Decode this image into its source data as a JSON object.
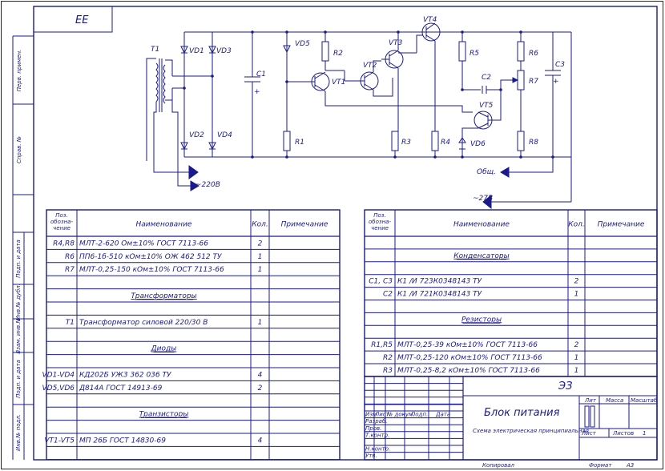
{
  "sheet": {
    "stamp_mirrored": "ЕЕ",
    "side_labels": [
      "Перв. примен.",
      "Справ. №",
      "Подп. и дата",
      "Инв.№ дубл.",
      "Взам. инв.№",
      "Подп. и дата",
      "Инв.№ подл."
    ]
  },
  "schematic": {
    "labels": {
      "t1": "T1",
      "vd1": "VD1",
      "vd2": "VD2",
      "vd3": "VD3",
      "vd4": "VD4",
      "c1": "C1",
      "c1_plus": "+",
      "vd5": "VD5",
      "r1": "R1",
      "r2": "R2",
      "vt1": "VT1",
      "vt2": "VT2",
      "vt3": "VT3",
      "vt4": "VT4",
      "r3": "R3",
      "r4": "R4",
      "r5": "R5",
      "r6": "R6",
      "r7": "R7",
      "r8": "R8",
      "c2": "C2",
      "c3": "C3",
      "c3_plus": "+",
      "vt5": "VT5",
      "vd6": "VD6",
      "ac_in": "~220B",
      "common": "Общ.",
      "out": "~27B"
    }
  },
  "left_table": {
    "headers": {
      "pos": [
        "Поз.",
        "обозна-",
        "чение"
      ],
      "name": "Наименование",
      "qty": "Кол.",
      "note": "Примечание"
    },
    "rows": [
      {
        "pos": "R4,R8",
        "name": "МЛТ-2-620 Ом±10% ГОСТ 7113-66",
        "qty": "2"
      },
      {
        "pos": "R6",
        "name": "ПП6-1б-510 кОм±10% ОЖ 462 512 ТУ",
        "qty": "1"
      },
      {
        "pos": "R7",
        "name": "МЛТ-0,25-150 кОм±10% ГОСТ 7113-66",
        "qty": "1"
      },
      {
        "pos": "",
        "name": "",
        "qty": ""
      },
      {
        "pos": "",
        "name": "Трансформаторы",
        "qty": "",
        "heading": true
      },
      {
        "pos": "",
        "name": "",
        "qty": ""
      },
      {
        "pos": "T1",
        "name": "Трансформатор силовой 220/30 В",
        "qty": "1"
      },
      {
        "pos": "",
        "name": "",
        "qty": ""
      },
      {
        "pos": "",
        "name": "Диоды",
        "qty": "",
        "heading": true
      },
      {
        "pos": "",
        "name": "",
        "qty": ""
      },
      {
        "pos": "VD1-VD4",
        "name": "КД202Б УЖ3 362 036 ТУ",
        "qty": "4"
      },
      {
        "pos": "VD5,VD6",
        "name": "Д814А ГОСТ 14913-69",
        "qty": "2"
      },
      {
        "pos": "",
        "name": "",
        "qty": ""
      },
      {
        "pos": "",
        "name": "Транзисторы",
        "qty": "",
        "heading": true
      },
      {
        "pos": "",
        "name": "",
        "qty": ""
      },
      {
        "pos": "VT1-VT5",
        "name": "МП 26Б ГОСТ 14830-69",
        "qty": "4"
      },
      {
        "pos": "",
        "name": "",
        "qty": ""
      }
    ]
  },
  "right_table": {
    "headers": {
      "pos": [
        "Поз.",
        "обозна-",
        "чение"
      ],
      "name": "Наименование",
      "qty": "Кол.",
      "note": "Примечание"
    },
    "rows": [
      {
        "pos": "",
        "name": "",
        "qty": ""
      },
      {
        "pos": "",
        "name": "Конденсаторы",
        "qty": "",
        "heading": true
      },
      {
        "pos": "",
        "name": "",
        "qty": ""
      },
      {
        "pos": "C1, C3",
        "name": "К1 /И 723К0348143 ТУ",
        "qty": "2"
      },
      {
        "pos": "C2",
        "name": "К1 /И 721К0348143 ТУ",
        "qty": "1"
      },
      {
        "pos": "",
        "name": "",
        "qty": ""
      },
      {
        "pos": "",
        "name": "Резисторы",
        "qty": "",
        "heading": true
      },
      {
        "pos": "",
        "name": "",
        "qty": ""
      },
      {
        "pos": "R1,R5",
        "name": "МЛТ-0,25-39 кОм±10% ГОСТ 7113-66",
        "qty": "2"
      },
      {
        "pos": "R2",
        "name": "МЛТ-0,25-120 кОм±10% ГОСТ 7113-66",
        "qty": "1"
      },
      {
        "pos": "R3",
        "name": "МЛТ-0,25-8,2 кОм±10% ГОСТ 7113-66",
        "qty": "1"
      }
    ]
  },
  "title_block": {
    "code": "ЭЗ",
    "title": "Блок питания",
    "subtitle": "Схема электрическая принципиальная",
    "col_labels": [
      "Изм",
      "Лист",
      "№ докум.",
      "Подп.",
      "Дата"
    ],
    "row_labels": [
      "Разраб.",
      "Пров.",
      "Т.контр.",
      "",
      "Н.контр.",
      "Утв."
    ],
    "lit": "Лит",
    "mass": "Масса",
    "scale": "Масштаб",
    "sheet": "Лист",
    "sheets": "Листов",
    "sheets_value": "1",
    "copied": "Копировал",
    "format": "Формат",
    "format_value": "A3"
  }
}
